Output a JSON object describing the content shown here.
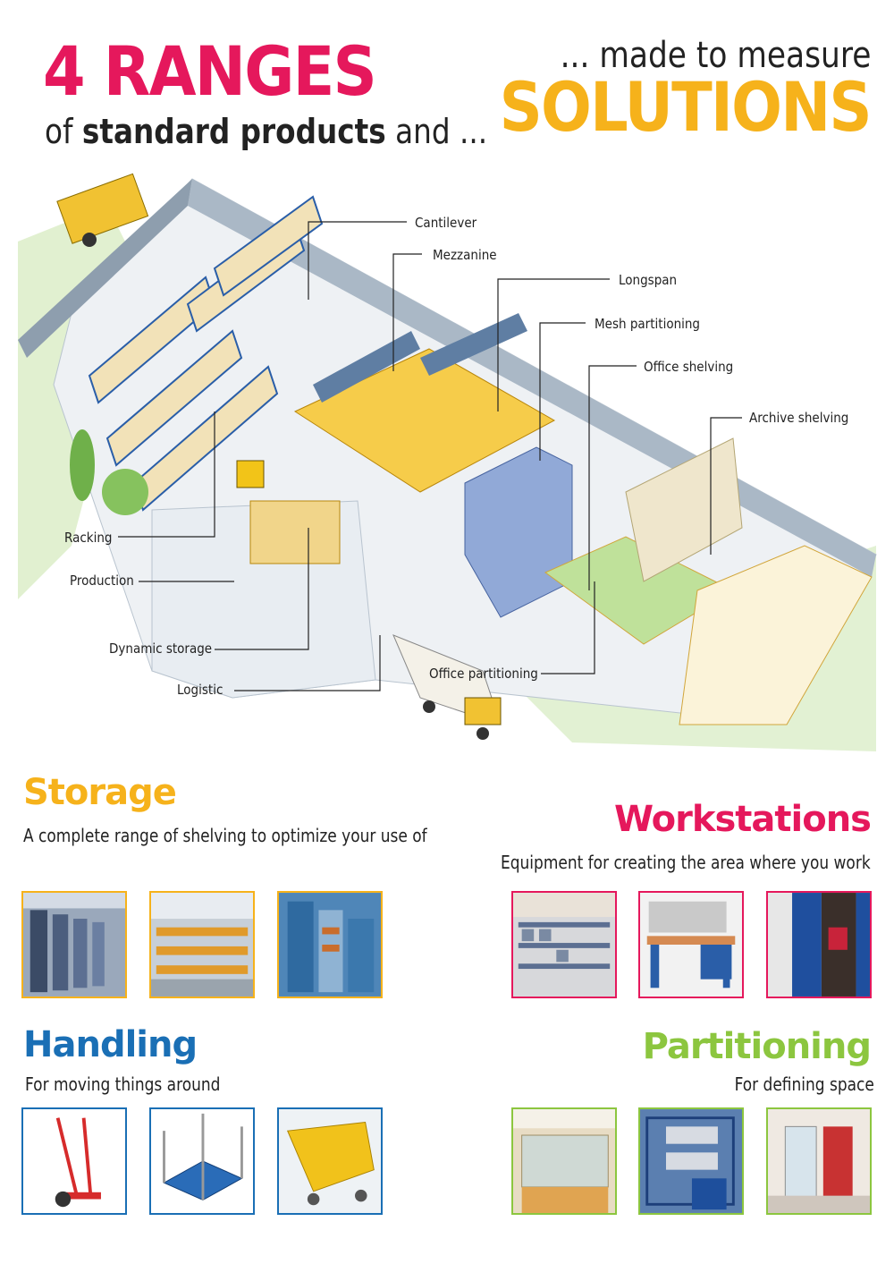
{
  "header": {
    "big": "4 RANGES",
    "sub_of": "of",
    "sub_bold": "standard products",
    "sub_and": "and ...",
    "made": "... made to measure",
    "solutions": "SOLUTIONS"
  },
  "callouts": {
    "cantilever": "Cantilever",
    "mezzanine": "Mezzanine",
    "longspan": "Longspan",
    "mesh": "Mesh partitioning",
    "office_shelving": "Office shelving",
    "archive": "Archive shelving",
    "racking": "Racking",
    "production": "Production",
    "dynamic": "Dynamic storage",
    "logistic": "Logistic",
    "office_partitioning": "Office partitioning"
  },
  "sections": {
    "storage": {
      "title": "Storage",
      "desc": "A complete range of shelving to optimize your use of",
      "color": "#f6b21b"
    },
    "workstations": {
      "title": "Workstations",
      "desc": "Equipment for creating the area where you work",
      "color": "#e5185c"
    },
    "handling": {
      "title": "Handling",
      "desc": "For moving things around",
      "color": "#1a6fb5"
    },
    "partitioning": {
      "title": "Partitioning",
      "desc": "For defining space",
      "color": "#8cc63f"
    }
  }
}
